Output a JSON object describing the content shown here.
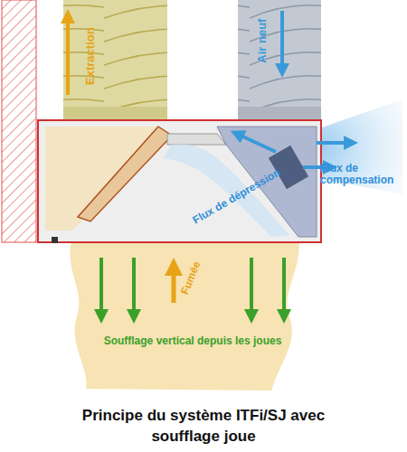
{
  "diagram": {
    "caption": "Principe du système ITFi/SJ avec soufflage joue",
    "labels": [
      "Extraction",
      "Air neuf",
      "Flux de compensation",
      "Flux de dépression",
      "Fumée",
      "Soufflage vertical depuis les joues"
    ]
  }
}
